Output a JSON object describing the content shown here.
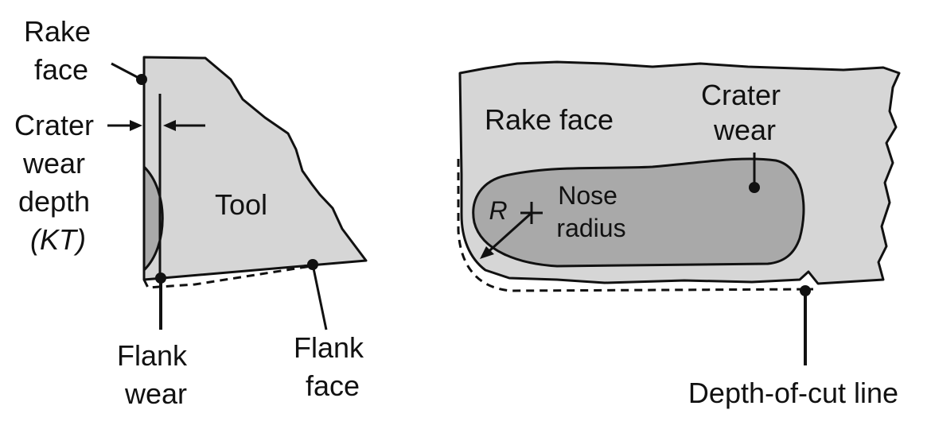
{
  "left_view": {
    "rake_face": [
      "Rake",
      "face"
    ],
    "crater_wear_depth": [
      "Crater",
      "wear",
      "depth",
      "(KT)"
    ],
    "tool": "Tool",
    "flank_wear": [
      "Flank",
      "wear"
    ],
    "flank_face": [
      "Flank",
      "face"
    ]
  },
  "right_view": {
    "rake_face": "Rake face",
    "crater_wear": [
      "Crater",
      "wear"
    ],
    "nose_radius": [
      "Nose",
      "radius"
    ],
    "radius_symbol": "R",
    "depth_of_cut_line": "Depth-of-cut line"
  },
  "colors": {
    "tool_fill": "#d6d6d6",
    "wear_fill": "#a9a9a9",
    "ink": "#111111"
  }
}
